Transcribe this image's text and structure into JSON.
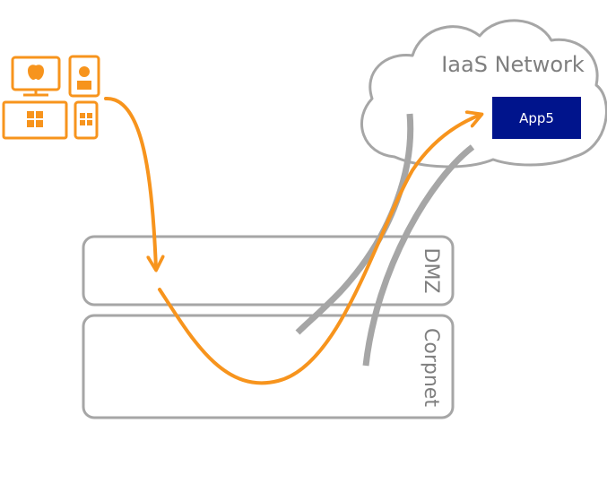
{
  "colors": {
    "orange": "#f7941d",
    "gray": "#a6a6a6",
    "text_gray": "#7f7f7f",
    "app_fill": "#00148c",
    "app_text": "#ffffff"
  },
  "cloud": {
    "label": "IaaS Network"
  },
  "app": {
    "label": "App5"
  },
  "zones": {
    "dmz": "DMZ",
    "corpnet": "Corpnet"
  },
  "devices": [
    "apple-desktop-icon",
    "android-tablet-icon",
    "windows-laptop-icon",
    "windows-phone-icon"
  ]
}
